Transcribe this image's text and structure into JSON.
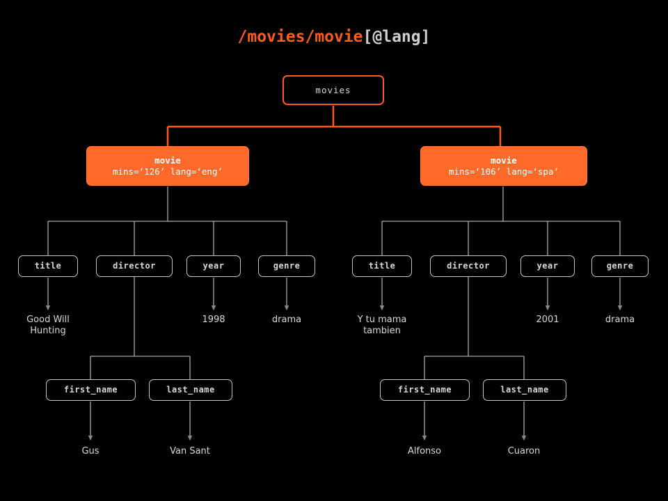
{
  "title": {
    "prefix": "/movies/movie",
    "suffix": "[@lang]"
  },
  "colors": {
    "background": "#000000",
    "accent": "#ff5a1f",
    "movie_fill": "#ff6a2a",
    "node_border": "#c8c8c8",
    "text": "#d9d9d9",
    "arrow": "#8a8a8a"
  },
  "nodes": {
    "root": {
      "label": "movies"
    },
    "movie_left": {
      "label": "movie",
      "attrs": "mins=‘126’ lang=‘eng’"
    },
    "movie_right": {
      "label": "movie",
      "attrs": "mins=‘106’ lang=‘spa’"
    },
    "left_children": [
      {
        "label": "title"
      },
      {
        "label": "director"
      },
      {
        "label": "year"
      },
      {
        "label": "genre"
      }
    ],
    "right_children": [
      {
        "label": "title"
      },
      {
        "label": "director"
      },
      {
        "label": "year"
      },
      {
        "label": "genre"
      }
    ],
    "left_director_children": [
      {
        "label": "first_name"
      },
      {
        "label": "last_name"
      }
    ],
    "right_director_children": [
      {
        "label": "first_name"
      },
      {
        "label": "last_name"
      }
    ]
  },
  "leaves": {
    "left_title": "Good Will\nHunting",
    "left_year": "1998",
    "left_genre": "drama",
    "left_first_name": "Gus",
    "left_last_name": "Van Sant",
    "right_title": "Y tu mama\ntambien",
    "right_year": "2001",
    "right_genre": "drama",
    "right_first_name": "Alfonso",
    "right_last_name": "Cuaron"
  }
}
